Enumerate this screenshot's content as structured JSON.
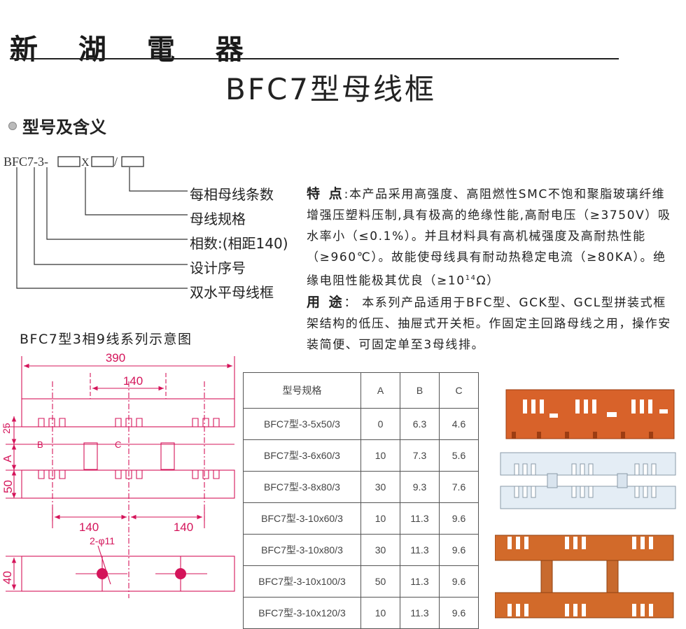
{
  "header": {
    "brand": "新 湖 電 器",
    "title": "BFC7型母线框"
  },
  "section_title": "型号及含义",
  "model_code": {
    "text": "BFC7-3-",
    "x_mark": "X",
    "slash": "/",
    "meanings": [
      "每相母线条数",
      "母线规格",
      "相数:(相距140)",
      "设计序号",
      "双水平母线框"
    ]
  },
  "features": {
    "label": "特 点",
    "text": ":本产品采用高强度、高阻燃性SMC不饱和聚脂玻璃纤维增强压塑料压制,具有极高的绝缘性能,高耐电压（≥3750V）吸水率小（≤0.1%）。并且材料具有高机械强度及高耐热性能（≥960℃）。故能使母线具有耐动热稳定电流（≥80KA）。绝缘电阻性能极其优良（≥10",
    "sup": "14",
    "tail": "Ω）"
  },
  "usage": {
    "label": "用 途",
    "text": "： 本系列产品适用于BFC型、GCK型、GCL型拼装式框架结构的低压、抽屉式开关柜。作固定主回路母线之用，操作安装简便、可固定单至3母线排。"
  },
  "diagram": {
    "title": "BFC7型3相9线系列示意图",
    "dims": {
      "overall": "390",
      "spacing_top": "140",
      "h25": "25",
      "a": "A",
      "h50": "50",
      "b": "B",
      "c": "C",
      "left_140": "140",
      "right_140": "140",
      "hole": "2-φ11",
      "h40": "40"
    }
  },
  "spec_table": {
    "headers": [
      "型号规格",
      "A",
      "B",
      "C"
    ],
    "rows": [
      [
        "BFC7型-3-5x50/3",
        "0",
        "6.3",
        "4.6"
      ],
      [
        "BFC7型-3-6x60/3",
        "10",
        "7.3",
        "5.6"
      ],
      [
        "BFC7型-3-8x80/3",
        "30",
        "9.3",
        "7.6"
      ],
      [
        "BFC7型-3-10x60/3",
        "10",
        "11.3",
        "9.6"
      ],
      [
        "BFC7型-3-10x80/3",
        "30",
        "11.3",
        "9.6"
      ],
      [
        "BFC7型-3-10x100/3",
        "50",
        "11.3",
        "9.6"
      ],
      [
        "BFC7型-3-10x120/3",
        "10",
        "11.3",
        "9.6"
      ]
    ]
  },
  "photos": [
    {
      "color": "#d8622a",
      "name": "orange-frame"
    },
    {
      "color": "#dfe9f3",
      "name": "white-frame"
    },
    {
      "color": "#d26a2a",
      "name": "orange-frame-with-posts"
    }
  ]
}
